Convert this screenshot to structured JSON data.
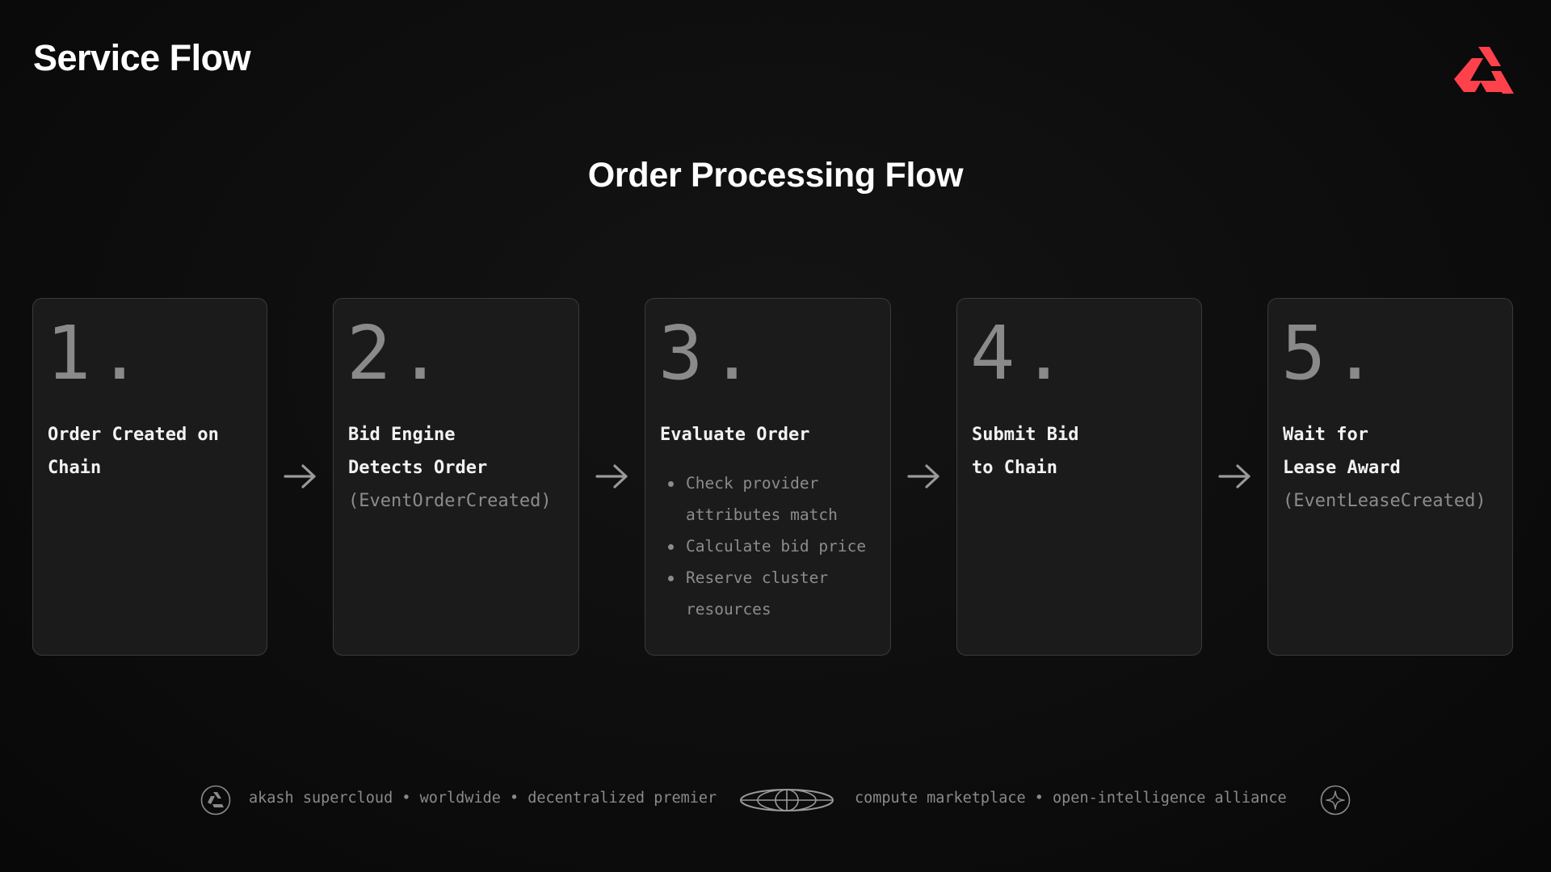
{
  "header": {
    "title": "Service Flow",
    "logo_icon": "akash-logo-icon",
    "accent_color": "#ff414c"
  },
  "diagram": {
    "title": "Order Processing Flow",
    "steps": [
      {
        "number": "1.",
        "title": "Order Created on\nChain"
      },
      {
        "number": "2.",
        "title": "Bid Engine\nDetects Order",
        "subtitle": "(EventOrderCreated)"
      },
      {
        "number": "3.",
        "title": "Evaluate Order",
        "bullets": [
          "Check provider\nattributes match",
          "Calculate bid price",
          "Reserve cluster\nresources"
        ]
      },
      {
        "number": "4.",
        "title": "Submit Bid\nto Chain"
      },
      {
        "number": "5.",
        "title": "Wait for\nLease Award",
        "subtitle": "(EventLeaseCreated)"
      }
    ],
    "arrow_icon": "arrow-right-icon"
  },
  "footer": {
    "left_text": "akash supercloud • worldwide •  decentralized premier",
    "right_text": "compute marketplace • open-intelligence alliance",
    "left_icon": "akash-circle-icon",
    "center_icon": "globe-icon",
    "right_icon": "sparkle-icon"
  }
}
